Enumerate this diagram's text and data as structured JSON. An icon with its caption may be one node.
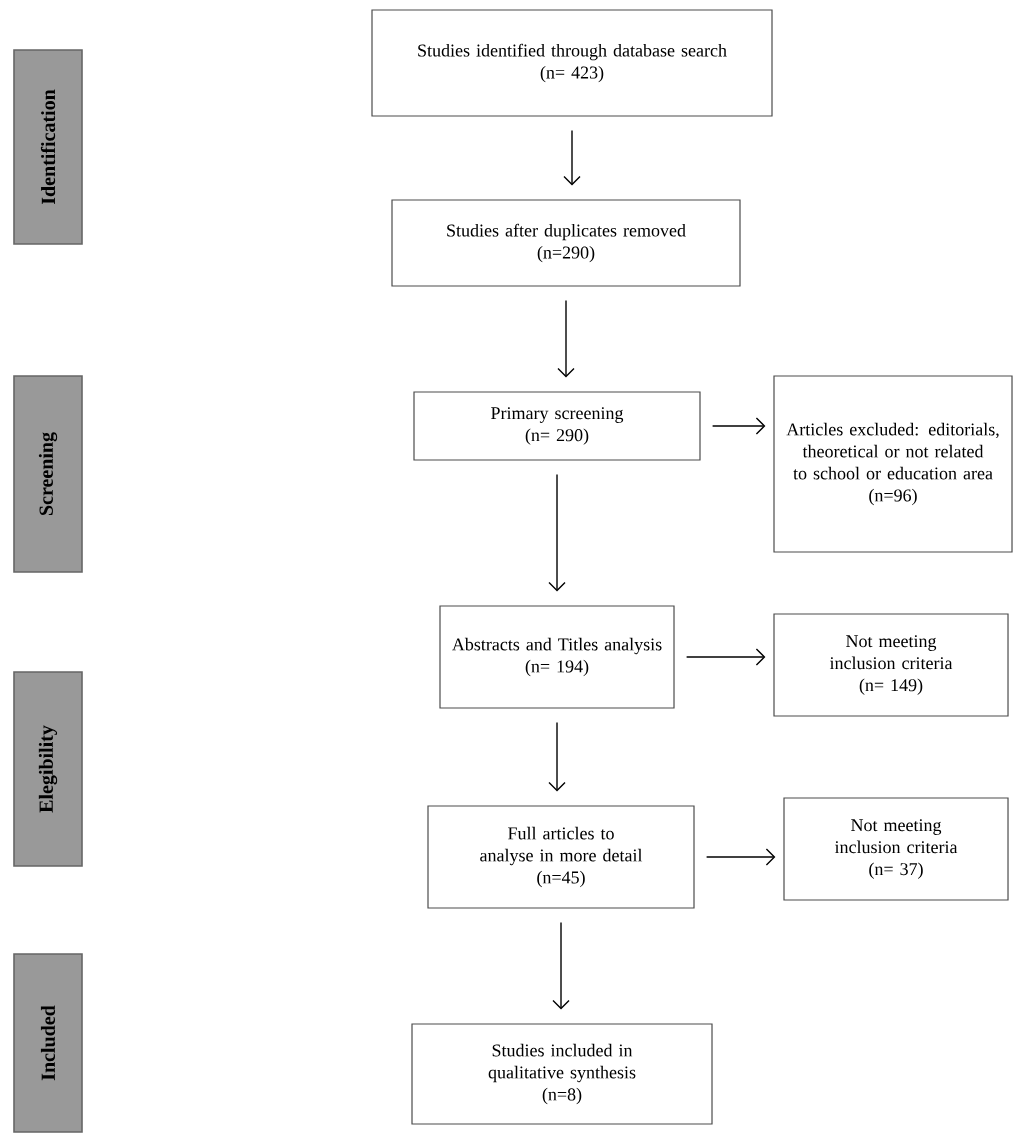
{
  "diagram": {
    "nodes": [
      {
        "text": [
          "Identification"
        ]
      },
      {
        "text": [
          "Screening"
        ]
      },
      {
        "text": [
          "Elegibility"
        ]
      },
      {
        "text": [
          "Included"
        ]
      },
      {
        "text": [
          "Studies identified through database search",
          "(n= 423)"
        ]
      },
      {
        "text": [
          "Studies after duplicates removed",
          "(n=290)"
        ]
      },
      {
        "text": [
          "Primary screening",
          "(n= 290)"
        ]
      },
      {
        "text": [
          "Articles excluded: editorials, theoretical or not related to school or education area",
          "(n=96)"
        ]
      },
      {
        "text": [
          "Abstracts and Titles analysis",
          "(n= 194)"
        ]
      },
      {
        "text": [
          "Not meeting inclusion criteria",
          "(n= 149)"
        ]
      },
      {
        "text": [
          "Full articles to analyse in more detail",
          "(n=45)"
        ]
      },
      {
        "text": [
          "Not meeting inclusion criteria",
          "(n= 37)"
        ]
      },
      {
        "text": [
          "Studies included in qualitative synthesis",
          "(n=8)"
        ]
      }
    ],
    "edges": [
      {
        "from": 4,
        "to": 5,
        "arrow": "to"
      },
      {
        "from": 5,
        "to": 6,
        "arrow": "to"
      },
      {
        "from": 6,
        "to": 7,
        "arrow": "to"
      },
      {
        "from": 6,
        "to": 8,
        "arrow": "to"
      },
      {
        "from": 8,
        "to": 9,
        "arrow": "to"
      },
      {
        "from": 8,
        "to": 10,
        "arrow": "to"
      },
      {
        "from": 10,
        "to": 11,
        "arrow": "to"
      },
      {
        "from": 10,
        "to": 12,
        "arrow": "to"
      }
    ]
  }
}
